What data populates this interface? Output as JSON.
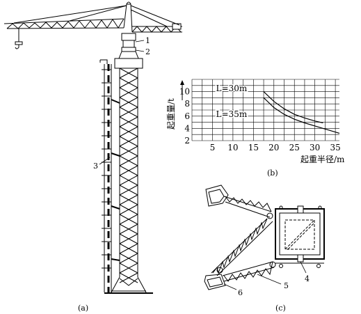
{
  "captions": {
    "a": "(a)",
    "b": "(b)",
    "c": "(c)"
  },
  "part_labels": {
    "p1": "1",
    "p2": "2",
    "p3": "3",
    "p4": "4",
    "p5": "5",
    "p6": "6"
  },
  "chart_data": {
    "type": "line",
    "xlabel": "起重半径/m",
    "ylabel": "起重量/t",
    "xlim": [
      0,
      36
    ],
    "ylim": [
      2,
      12
    ],
    "xticks": [
      "5",
      "10",
      "15",
      "20",
      "25",
      "30",
      "35"
    ],
    "yticks": [
      "2",
      "4",
      "6",
      "8",
      "10"
    ],
    "grid": true,
    "series": [
      {
        "name": "L=30m",
        "x": [
          17.5,
          20,
          22.5,
          25,
          27.5,
          30,
          32
        ],
        "y": [
          10,
          8.4,
          7.2,
          6.3,
          5.7,
          5.2,
          4.9
        ]
      },
      {
        "name": "L=35m",
        "x": [
          17.5,
          20,
          22.5,
          25,
          27.5,
          30,
          32.5,
          35,
          36
        ],
        "y": [
          9.0,
          7.4,
          6.3,
          5.5,
          4.9,
          4.4,
          3.9,
          3.4,
          3.2
        ]
      }
    ]
  }
}
